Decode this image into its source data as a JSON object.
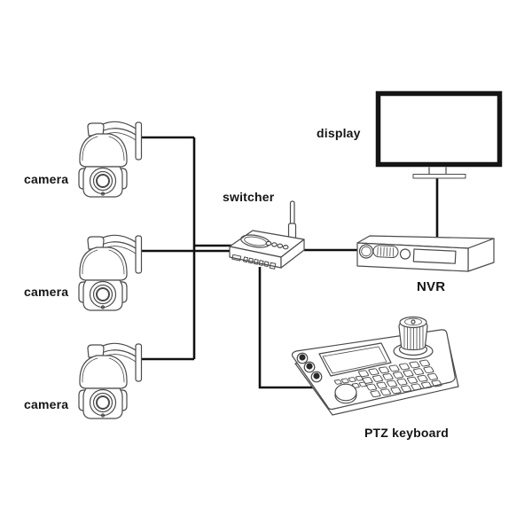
{
  "diagram": {
    "components": [
      {
        "id": "camera-1",
        "label": "camera",
        "type": "ptz-dome-camera"
      },
      {
        "id": "camera-2",
        "label": "camera",
        "type": "ptz-dome-camera"
      },
      {
        "id": "camera-3",
        "label": "camera",
        "type": "ptz-dome-camera"
      },
      {
        "id": "switcher",
        "label": "switcher",
        "type": "wireless-switcher"
      },
      {
        "id": "display",
        "label": "display",
        "type": "monitor"
      },
      {
        "id": "nvr",
        "label": "NVR",
        "type": "network-video-recorder"
      },
      {
        "id": "ptz-keyboard",
        "label": "PTZ keyboard",
        "type": "ptz-control-keyboard"
      }
    ],
    "connections": [
      {
        "from": "camera-1",
        "to": "switcher"
      },
      {
        "from": "camera-2",
        "to": "switcher"
      },
      {
        "from": "camera-3",
        "to": "switcher"
      },
      {
        "from": "switcher",
        "to": "nvr"
      },
      {
        "from": "nvr",
        "to": "display"
      },
      {
        "from": "switcher",
        "to": "ptz-keyboard"
      }
    ],
    "colors": {
      "wire": "#111111",
      "outline": "#4a4a4a",
      "text": "#151515",
      "background": "#ffffff"
    }
  }
}
